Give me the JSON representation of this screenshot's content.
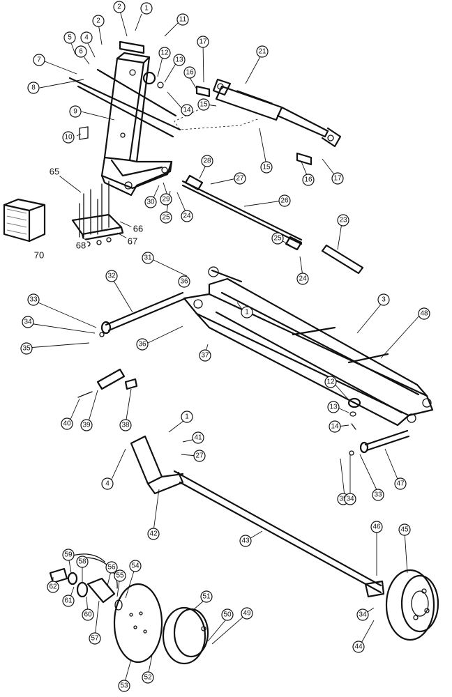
{
  "diagram": {
    "type": "exploded-parts-view",
    "callouts": [
      {
        "id": "c-1a",
        "label": "1"
      },
      {
        "id": "c-2a",
        "label": "2"
      },
      {
        "id": "c-11",
        "label": "11"
      },
      {
        "id": "c-2b",
        "label": "2"
      },
      {
        "id": "c-4a",
        "label": "4"
      },
      {
        "id": "c-5",
        "label": "5"
      },
      {
        "id": "c-6",
        "label": "6"
      },
      {
        "id": "c-7",
        "label": "7"
      },
      {
        "id": "c-8",
        "label": "8"
      },
      {
        "id": "c-12a",
        "label": "12"
      },
      {
        "id": "c-13a",
        "label": "13"
      },
      {
        "id": "c-14a",
        "label": "14"
      },
      {
        "id": "c-9",
        "label": "9"
      },
      {
        "id": "c-10",
        "label": "10"
      },
      {
        "id": "c-17a",
        "label": "17"
      },
      {
        "id": "c-16a",
        "label": "16"
      },
      {
        "id": "c-15a",
        "label": "15"
      },
      {
        "id": "c-21",
        "label": "21"
      },
      {
        "id": "c-15b",
        "label": "15"
      },
      {
        "id": "c-16b",
        "label": "16"
      },
      {
        "id": "c-17b",
        "label": "17"
      },
      {
        "id": "c-28",
        "label": "28"
      },
      {
        "id": "c-27a",
        "label": "27"
      },
      {
        "id": "c-26",
        "label": "26"
      },
      {
        "id": "c-30",
        "label": "30"
      },
      {
        "id": "c-29",
        "label": "29"
      },
      {
        "id": "c-25a",
        "label": "25"
      },
      {
        "id": "c-24a",
        "label": "24"
      },
      {
        "id": "c-23",
        "label": "23"
      },
      {
        "id": "c-25b",
        "label": "25"
      },
      {
        "id": "c-24b",
        "label": "24"
      },
      {
        "id": "c-65",
        "label": "65"
      },
      {
        "id": "c-66",
        "label": "66"
      },
      {
        "id": "c-67",
        "label": "67"
      },
      {
        "id": "c-68",
        "label": "68"
      },
      {
        "id": "c-70",
        "label": "70"
      },
      {
        "id": "c-31",
        "label": "31"
      },
      {
        "id": "c-32",
        "label": "32"
      },
      {
        "id": "c-36a",
        "label": "36"
      },
      {
        "id": "c-1b",
        "label": "1"
      },
      {
        "id": "c-3",
        "label": "3"
      },
      {
        "id": "c-48",
        "label": "48"
      },
      {
        "id": "c-33a",
        "label": "33"
      },
      {
        "id": "c-34a",
        "label": "34"
      },
      {
        "id": "c-35a",
        "label": "35"
      },
      {
        "id": "c-36b",
        "label": "36"
      },
      {
        "id": "c-37",
        "label": "37"
      },
      {
        "id": "c-12b",
        "label": "12"
      },
      {
        "id": "c-13b",
        "label": "13"
      },
      {
        "id": "c-14b",
        "label": "14"
      },
      {
        "id": "c-40",
        "label": "40"
      },
      {
        "id": "c-39",
        "label": "39"
      },
      {
        "id": "c-38",
        "label": "38"
      },
      {
        "id": "c-1c",
        "label": "1"
      },
      {
        "id": "c-41",
        "label": "41"
      },
      {
        "id": "c-27b",
        "label": "27"
      },
      {
        "id": "c-4b",
        "label": "4"
      },
      {
        "id": "c-42",
        "label": "42"
      },
      {
        "id": "c-47",
        "label": "47"
      },
      {
        "id": "c-35b",
        "label": "35"
      },
      {
        "id": "c-34b",
        "label": "34"
      },
      {
        "id": "c-33b",
        "label": "33"
      },
      {
        "id": "c-43",
        "label": "43"
      },
      {
        "id": "c-46",
        "label": "46"
      },
      {
        "id": "c-45",
        "label": "45"
      },
      {
        "id": "c-59",
        "label": "59"
      },
      {
        "id": "c-58",
        "label": "58"
      },
      {
        "id": "c-56",
        "label": "56"
      },
      {
        "id": "c-55",
        "label": "55"
      },
      {
        "id": "c-54",
        "label": "54"
      },
      {
        "id": "c-62",
        "label": "62"
      },
      {
        "id": "c-61",
        "label": "61"
      },
      {
        "id": "c-60",
        "label": "60"
      },
      {
        "id": "c-57",
        "label": "57"
      },
      {
        "id": "c-51",
        "label": "51"
      },
      {
        "id": "c-50",
        "label": "50"
      },
      {
        "id": "c-49",
        "label": "49"
      },
      {
        "id": "c-53",
        "label": "53"
      },
      {
        "id": "c-52",
        "label": "52"
      },
      {
        "id": "c-34c",
        "label": "34"
      },
      {
        "id": "c-44",
        "label": "44"
      }
    ]
  }
}
